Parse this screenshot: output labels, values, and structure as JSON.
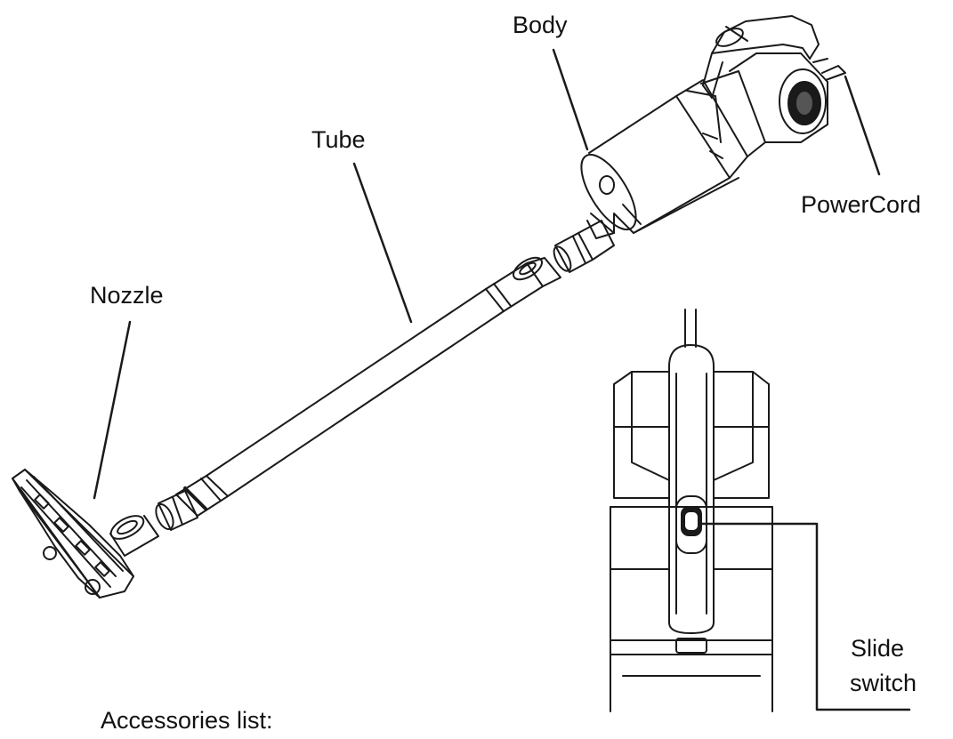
{
  "labels": {
    "body": "Body",
    "tube": "Tube",
    "power_cord": "PowerCord",
    "nozzle": "Nozzle",
    "slide_switch_line1": "Slide",
    "slide_switch_line2": "switch",
    "accessories_list": "Accessories list:"
  },
  "colors": {
    "line": "#1a1a1a",
    "background": "#ffffff"
  }
}
